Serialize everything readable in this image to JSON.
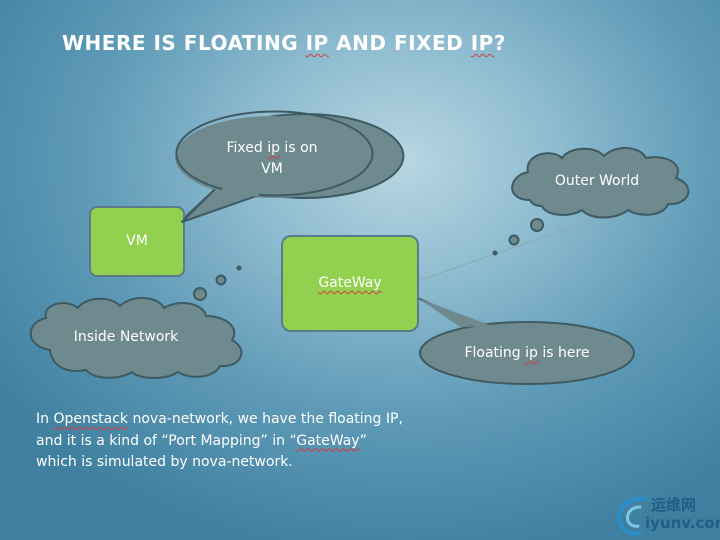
{
  "slide": {
    "title_parts": [
      "WHERE IS FLOATING ",
      "IP",
      " AND FIXED ",
      "IP",
      "?"
    ],
    "nodes": {
      "vm": "VM",
      "gateway": "GateWay"
    },
    "callouts": {
      "fixed_ip": [
        "Fixed ",
        "ip",
        " is on",
        "VM"
      ],
      "floating_ip": [
        "Floating ",
        "ip",
        " is here"
      ]
    },
    "clouds": {
      "outer": "Outer World",
      "inside": "Inside Network"
    },
    "description": {
      "line1": [
        "In ",
        "Openstack",
        " nova-network, we have the floating IP,"
      ],
      "line2": [
        "and it is a kind of “Port Mapping” in “",
        "GateWay",
        "”"
      ],
      "line3": "which is simulated by nova-network."
    },
    "logo": {
      "cn": "运维网",
      "en": "iyunv.com"
    },
    "colors": {
      "box_fill": "#92d050",
      "box_border": "#5b7a8a",
      "bubble_fill": "#6e8a8f",
      "bubble_border": "#3e5a62",
      "logo_text": "#1f5e86"
    }
  }
}
